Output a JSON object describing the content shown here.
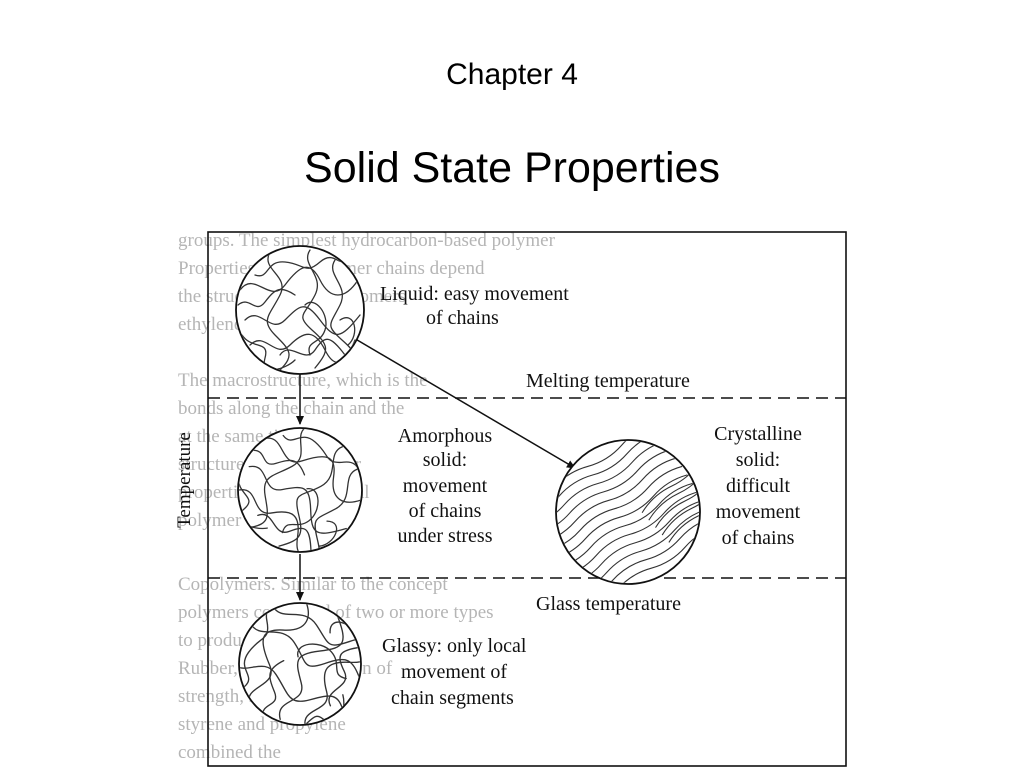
{
  "slide": {
    "chapter": "Chapter 4",
    "title": "Solid State Properties"
  },
  "diagram": {
    "axis_label": "Temperature",
    "liquid_label": [
      "Liquid: easy movement",
      "of chains"
    ],
    "melting_label": "Melting temperature",
    "amorphous_label": [
      "Amorphous",
      "solid:",
      "movement",
      "of chains",
      "under stress"
    ],
    "crystalline_label": [
      "Crystalline",
      "solid:",
      "difficult",
      "movement",
      "of chains"
    ],
    "glass_label": "Glass temperature",
    "glassy_label": [
      "Glassy: only local",
      "movement of",
      "chain segments"
    ]
  }
}
